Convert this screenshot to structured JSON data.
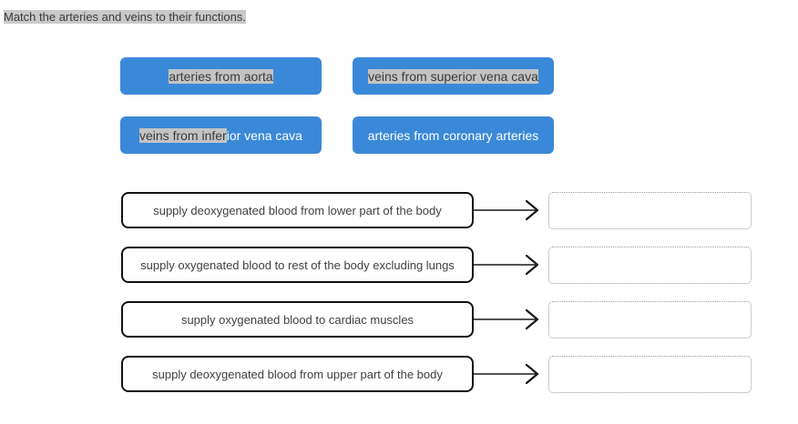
{
  "prompt": {
    "selected_text": "Match the arteries and veins to their functions.",
    "trailing_text": ""
  },
  "tiles": [
    {
      "id": "tile-arteries-from-aorta",
      "label": "arteries from aorta",
      "selected_part": "arteries from aorta",
      "unselected_part": "",
      "color": "#3a89d8"
    },
    {
      "id": "tile-veins-from-superior-vena-cava",
      "label": "veins from superior vena cava",
      "selected_part": "veins from superior vena cava",
      "unselected_part": "",
      "color": "#3a89d8"
    },
    {
      "id": "tile-veins-from-inferior-vena-cava",
      "label": "veins from inferior vena cava",
      "selected_part": "veins from infer",
      "unselected_part": "ior vena cava",
      "color": "#3a89d8"
    },
    {
      "id": "tile-arteries-from-coronary-arteries",
      "label": "arteries from coronary arteries",
      "selected_part": "",
      "unselected_part": "arteries from coronary arteries",
      "color": "#3a89d8"
    }
  ],
  "rows": [
    {
      "function": "supply deoxygenated blood from lower part of the body",
      "answer": ""
    },
    {
      "function": "supply oxygenated blood to rest of the body excluding lungs",
      "answer": ""
    },
    {
      "function": "supply oxygenated blood to cardiac muscles",
      "answer": ""
    },
    {
      "function": "supply deoxygenated blood from upper part of the body",
      "answer": ""
    }
  ],
  "colors": {
    "tile_blue": "#3a89d8",
    "selection_gray": "#c3c3c3",
    "text_dark": "#3b3b3b",
    "box_border": "#111111",
    "dropzone_border": "#9a9a9a"
  },
  "icons": {
    "arrow": "arrow-right-icon"
  }
}
